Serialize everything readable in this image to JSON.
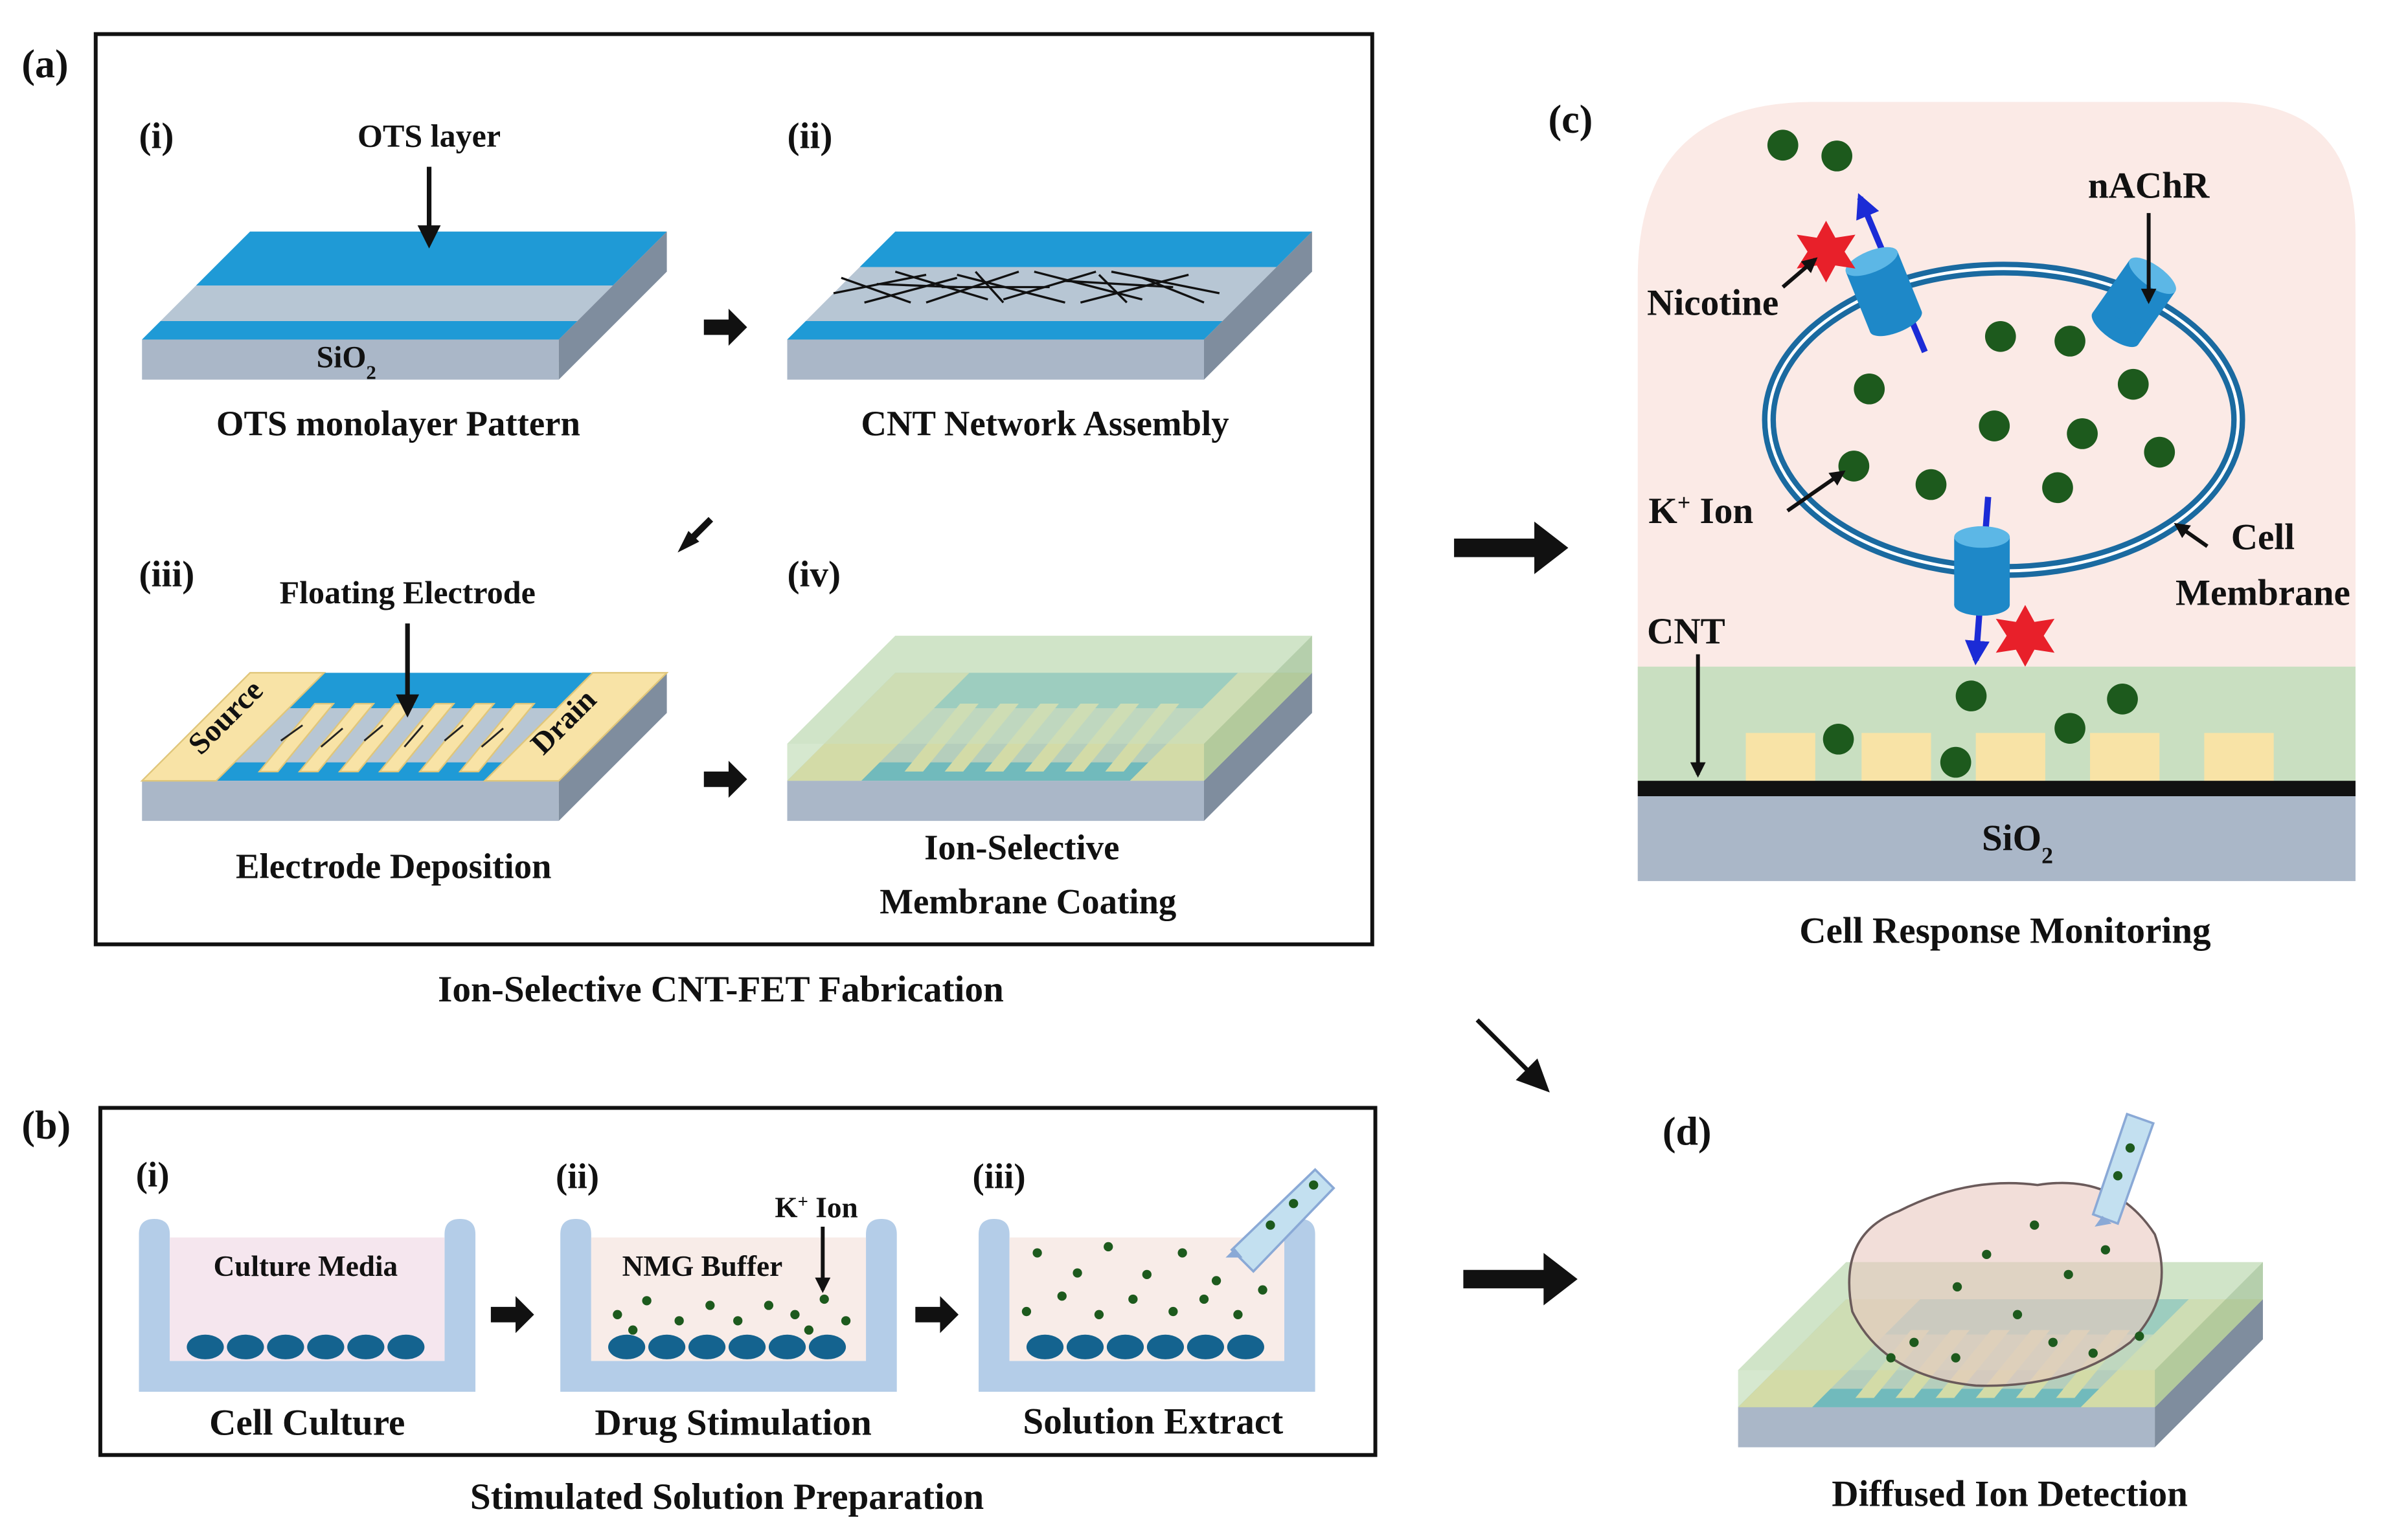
{
  "panel_a": {
    "label": "(a)",
    "caption": "Ion-Selective CNT-FET Fabrication",
    "step_i": {
      "roman": "(i)",
      "caption": "OTS monolayer Pattern",
      "ots_label": "OTS layer",
      "substrate_label": "SiO",
      "substrate_sub": "2"
    },
    "step_ii": {
      "roman": "(ii)",
      "caption": "CNT Network Assembly"
    },
    "step_iii": {
      "roman": "(iii)",
      "caption": "Electrode Deposition",
      "floating_label": "Floating Electrode",
      "source_label": "Source",
      "drain_label": "Drain"
    },
    "step_iv": {
      "roman": "(iv)",
      "caption_line1": "Ion-Selective",
      "caption_line2": "Membrane Coating"
    }
  },
  "panel_b": {
    "label": "(b)",
    "caption": "Stimulated Solution Preparation",
    "step_i": {
      "roman": "(i)",
      "caption": "Cell Culture",
      "medium_label": "Culture Media"
    },
    "step_ii": {
      "roman": "(ii)",
      "caption": "Drug Stimulation",
      "medium_label": "NMG Buffer",
      "ion_label": "K",
      "ion_sup": "+",
      "ion_suffix": " Ion"
    },
    "step_iii": {
      "roman": "(iii)",
      "caption": "Solution Extract"
    }
  },
  "panel_c": {
    "label": "(c)",
    "caption": "Cell Response Monitoring",
    "nachr_label": "nAChR",
    "nicotine_label": "Nicotine",
    "ion_label": "K",
    "ion_sup": "+",
    "ion_suffix": " Ion",
    "membrane_line1": "Cell",
    "membrane_line2": "Membrane",
    "cnt_label": "CNT",
    "substrate_label": "SiO",
    "substrate_sub": "2"
  },
  "panel_d": {
    "label": "(d)",
    "caption": "Diffused Ion Detection"
  },
  "colors": {
    "ots_blue": "#1f9ad6",
    "substrate_gray": "#aab7c8",
    "electrode_gold": "#f8e3a6",
    "membrane_green": "#c9dfc1",
    "ion_dark_green": "#1d5a1d",
    "cell_blue": "#1a6aa0",
    "well_blue": "#b4cde8",
    "medium_pink": "#f5e6ee",
    "star_red": "#e8202a",
    "arrow_blue": "#1b2bd6"
  }
}
